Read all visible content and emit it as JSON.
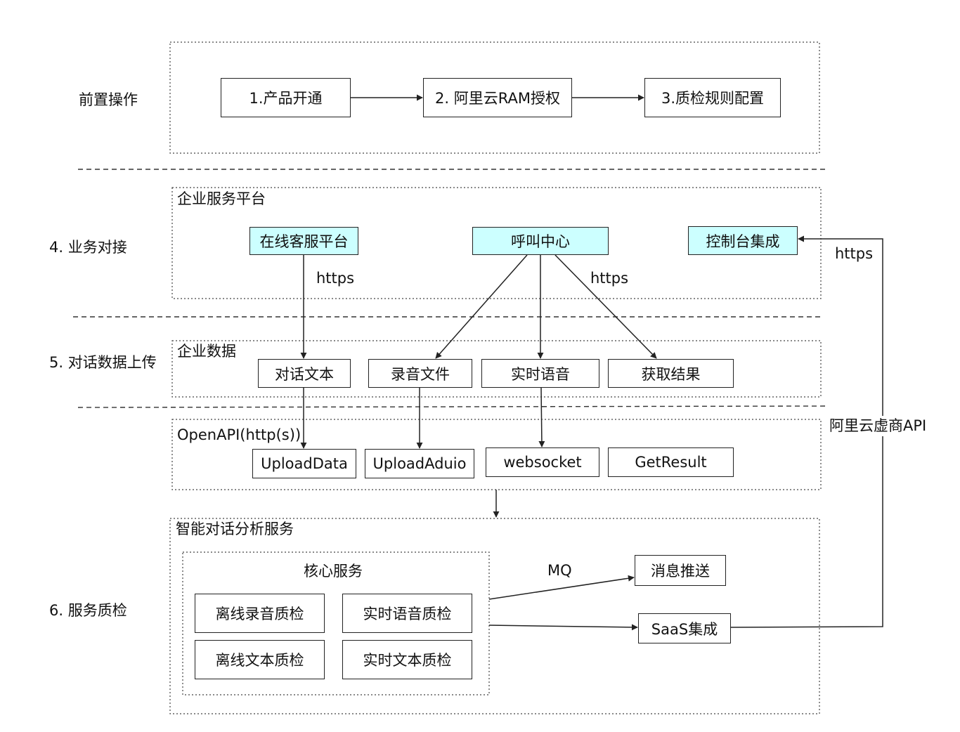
{
  "colors": {
    "stroke": "#222222",
    "highlight_fill": "#ccffff",
    "background": "#ffffff"
  },
  "sections": {
    "pre_ops": "前置操作",
    "business": "4. 业务对接",
    "upload": "5. 对话数据上传",
    "qc": "6. 服务质检"
  },
  "groups": {
    "enterprise_platform": "企业服务平台",
    "enterprise_data": "企业数据",
    "openapi": "OpenAPI(http(s))",
    "analysis": "智能对话分析服务",
    "core": "核心服务"
  },
  "steps": {
    "s1": "1.产品开通",
    "s2": "2. 阿里云RAM授权",
    "s3": "3.质检规则配置"
  },
  "platform": {
    "online_service": "在线客服平台",
    "call_center": "呼叫中心",
    "console": "控制台集成"
  },
  "data": {
    "dialog_text": "对话文本",
    "recording": "录音文件",
    "realtime_voice": "实时语音",
    "get_result": "获取结果"
  },
  "api": {
    "upload_data": "UploadData",
    "upload_audio": "UploadAduio",
    "websocket": "websocket",
    "get_result": "GetResult"
  },
  "core": {
    "offline_audio": "离线录音质检",
    "realtime_audio": "实时语音质检",
    "offline_text": "离线文本质检",
    "realtime_text": "实时文本质检"
  },
  "outputs": {
    "push": "消息推送",
    "saas": "SaaS集成"
  },
  "edge_labels": {
    "https_online": "https",
    "https_call": "https",
    "https_console": "https",
    "mq": "MQ",
    "aliyun_api": "阿里云虚商API"
  }
}
